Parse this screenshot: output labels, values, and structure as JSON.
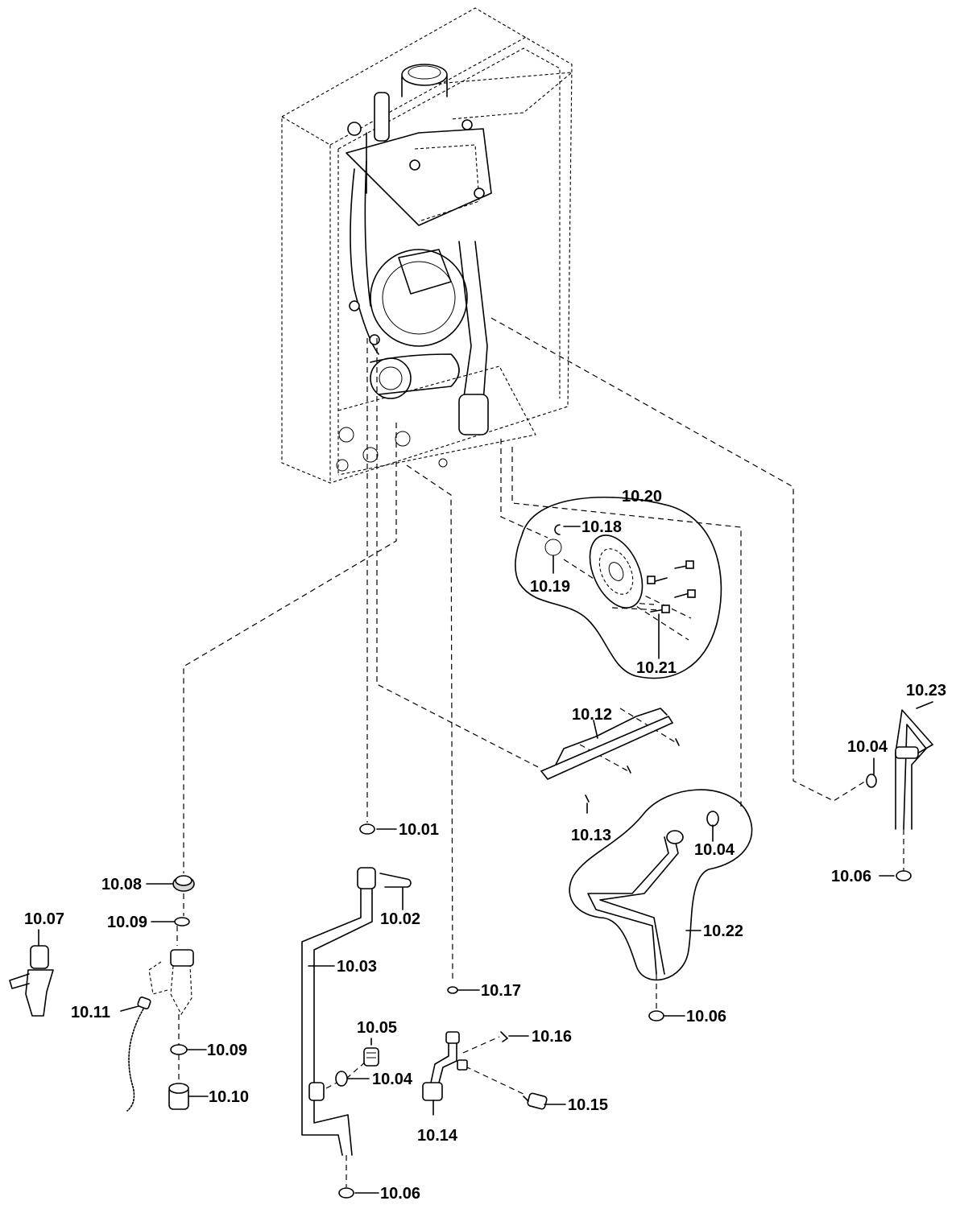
{
  "labels": {
    "p1001": "10.01",
    "p1002": "10.02",
    "p1003": "10.03",
    "p1004a": "10.04",
    "p1004b": "10.04",
    "p1004c": "10.04",
    "p1005": "10.05",
    "p1006a": "10.06",
    "p1006b": "10.06",
    "p1006c": "10.06",
    "p1007": "10.07",
    "p1008": "10.08",
    "p1009a": "10.09",
    "p1009b": "10.09",
    "p1010": "10.10",
    "p1011": "10.11",
    "p1012": "10.12",
    "p1013": "10.13",
    "p1014": "10.14",
    "p1015": "10.15",
    "p1016": "10.16",
    "p1017": "10.17",
    "p1018": "10.18",
    "p1019": "10.19",
    "p1020": "10.20",
    "p1021": "10.21",
    "p1022": "10.22",
    "p1023": "10.23"
  }
}
